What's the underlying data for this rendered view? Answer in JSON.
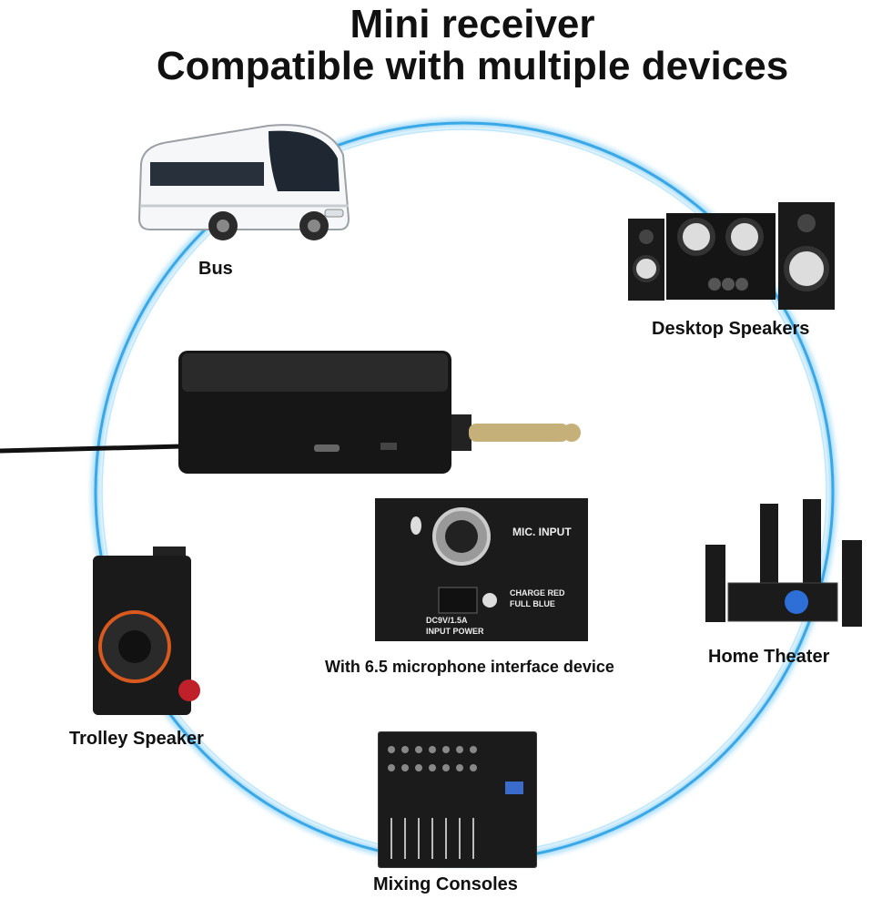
{
  "header": {
    "line1": "Mini receiver",
    "line2": "Compatible with multiple devices"
  },
  "devices": {
    "bus": "Bus",
    "desktop_speakers": "Desktop Speakers",
    "home_theater": "Home Theater",
    "trolley_speaker": "Trolley Speaker",
    "mixing_consoles": "Mixing Consoles"
  },
  "interface": {
    "caption": "With 6.5 microphone interface device",
    "mic_input": "MIC. INPUT",
    "charge_red": "CHARGE RED",
    "full_blue": "FULL  BLUE",
    "dc_rating": "DC9V/1.5A",
    "input_power": "INPUT POWER"
  },
  "colors": {
    "ring": "#3aa8e6",
    "device_body": "#151515",
    "background": "#ffffff"
  }
}
